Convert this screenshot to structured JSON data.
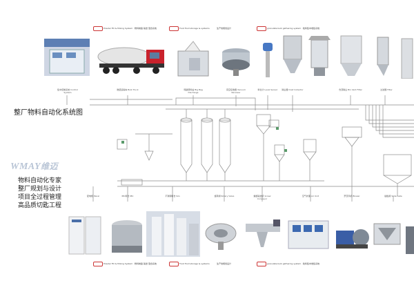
{
  "header_top": {
    "company_logo_text": "WMAY",
    "item1": "Powder Fill & Mixing System · 粉料制备 输送 混合系统",
    "item2": "Food fluid storage & systems",
    "item3": "生产线规划设计",
    "item4": "granulate bulk gathering system · 粒料集中收集系统"
  },
  "header_bottom": {
    "item1": "Powder Fill & Mixing System · 粉料制备 输送 混合系统",
    "item2": "Food fluid storage & systems",
    "item3": "生产线规划设计",
    "item4": "granulate bulk gathering system · 粒料集中收集系统"
  },
  "title": "整厂物料自动化系统图",
  "brand": "WMAY",
  "brand_cn": "维迈",
  "slogans": [
    "物料自动化专家",
    "整厂规划与设计",
    "项目全过程管理",
    "高品质切匙工程"
  ],
  "top_captions": [
    "集中控制系统 Control System",
    "散装运输车 Bulk Truck",
    "吨袋卸料站 Big Bag Discharge",
    "真空接收器 Vacuum Receiver",
    "料位计 Level Sensor",
    "除尘器 Dust Collector",
    "仓顶除尘 Bin Vent Filter",
    "过滤器 Filter"
  ],
  "bottom_captions": [
    "配电柜 Panel",
    "IBC料仓 IBC",
    "不锈钢料仓 Silo",
    "旋转阀 Rotary Valve",
    "螺旋输送机 Screw Conveyor",
    "空气处理 Air Unit",
    "罗茨风机 Blower",
    "插板阀 Slide Gate"
  ]
}
